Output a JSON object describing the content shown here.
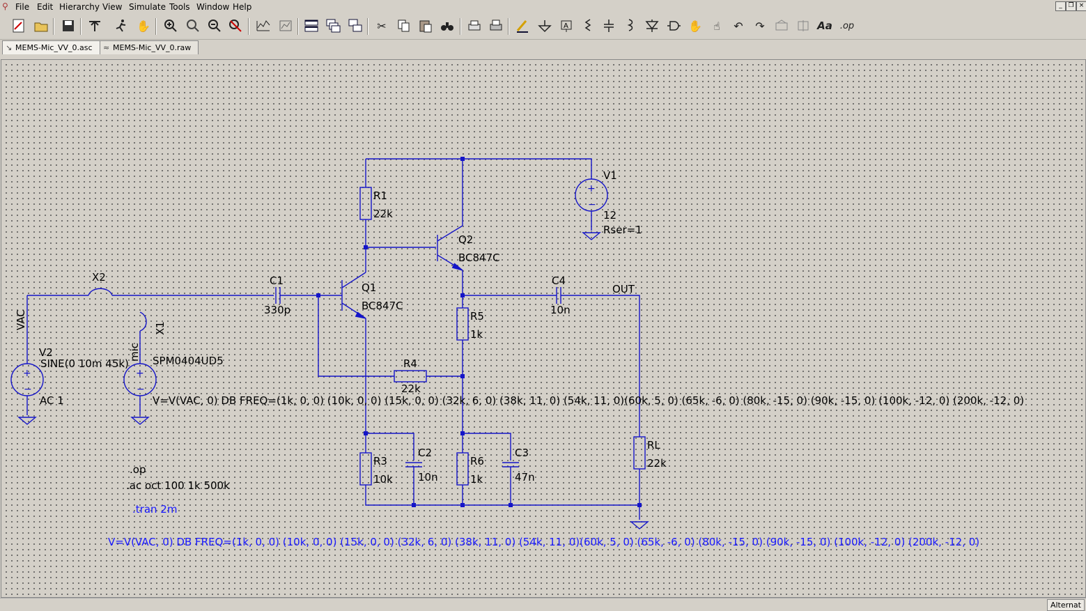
{
  "menu": {
    "items": [
      "File",
      "Edit",
      "Hierarchy",
      "View",
      "Simulate",
      "Tools",
      "Window",
      "Help"
    ]
  },
  "window_controls": [
    "minimize-icon",
    "restore-icon",
    "close-icon"
  ],
  "toolbar": {
    "icons": [
      "new-schematic-icon",
      "open-icon",
      "save-icon",
      "control-panel-icon",
      "run-icon",
      "pan-hand-icon",
      "zoom-in-icon",
      "zoom-fit-icon",
      "zoom-out-icon",
      "zoom-cancel-icon",
      "waveform-icon",
      "autorange-icon",
      "tile-horizontal-icon",
      "cascade-icon",
      "tile-vertical-icon",
      "cut-icon",
      "copy-icon",
      "paste-icon",
      "find-icon",
      "print-setup-icon",
      "print-icon",
      "draw-wire-icon",
      "ground-icon",
      "label-net-icon",
      "resistor-icon",
      "capacitor-icon",
      "inductor-icon",
      "diode-icon",
      "component-icon",
      "move-icon",
      "drag-icon",
      "undo-icon",
      "redo-icon",
      "rotate-icon",
      "mirror-icon",
      "text-icon",
      "spice-directive-icon"
    ]
  },
  "tabs": [
    {
      "label": "MEMS-Mic_VV_0.asc",
      "icon": "schematic-icon",
      "active": true
    },
    {
      "label": "MEMS-Mic_VV_0.raw",
      "icon": "waveform-icon",
      "active": false
    }
  ],
  "schematic": {
    "colors": {
      "wire": "#1515c8",
      "text": "#000000",
      "directive": "#1a1aff",
      "grid": "#555555"
    },
    "labels": {
      "v1_name": "V1",
      "v1_value": "12",
      "v1_rser": "Rser=1",
      "r1_name": "R1",
      "r1_value": "22k",
      "q2_name": "Q2",
      "q2_model": "BC847C",
      "q1_name": "Q1",
      "q1_model": "BC847C",
      "x2_name": "X2",
      "c1_name": "C1",
      "c1_value": "330p",
      "c4_name": "C4",
      "c4_value": "10n",
      "out_label": "OUT",
      "vac_label": "VAC",
      "x1_name": "X1",
      "mic_label": "mic",
      "v2_name": "V2",
      "v2_value": "SINE(0 10m 45k)",
      "v2_ac": "AC 1",
      "spm_label": "SPM0404UD5",
      "r5_name": "R5",
      "r5_value": "1k",
      "r4_name": "R4",
      "r4_value": "22k",
      "bv_expr": "V=V(VAC, 0) DB FREQ=(1k, 0, 0) (10k, 0, 0) (15k, 0, 0) (32k, 6, 0) (38k, 11, 0) (54k, 11, 0)(60k, 5, 0) (65k, -6, 0) (80k, -15, 0) (90k, -15, 0) (100k, -12, 0) (200k, -12, 0)",
      "r3_name": "R3",
      "r3_value": "10k",
      "c2_name": "C2",
      "c2_value": "10n",
      "r6_name": "R6",
      "r6_value": "1k",
      "c3_name": "C3",
      "c3_value": "47n",
      "rl_name": "RL",
      "rl_value": "22k"
    },
    "directives": {
      "op": ".op",
      "ac": ".ac oct 100 1k 500k",
      "tran": ".tran 2m",
      "bottom_expr": "V=V(VAC, 0) DB FREQ=(1k, 0, 0) (10k, 0, 0) (15k, 0, 0) (32k, 6, 0) (38k, 11, 0) (54k, 11, 0)(60k, 5, 0) (65k, -6, 0) (80k, -15, 0) (90k, -15, 0) (100k, -12, 0) (200k, -12, 0)"
    }
  },
  "status": {
    "right": "Alternat"
  }
}
